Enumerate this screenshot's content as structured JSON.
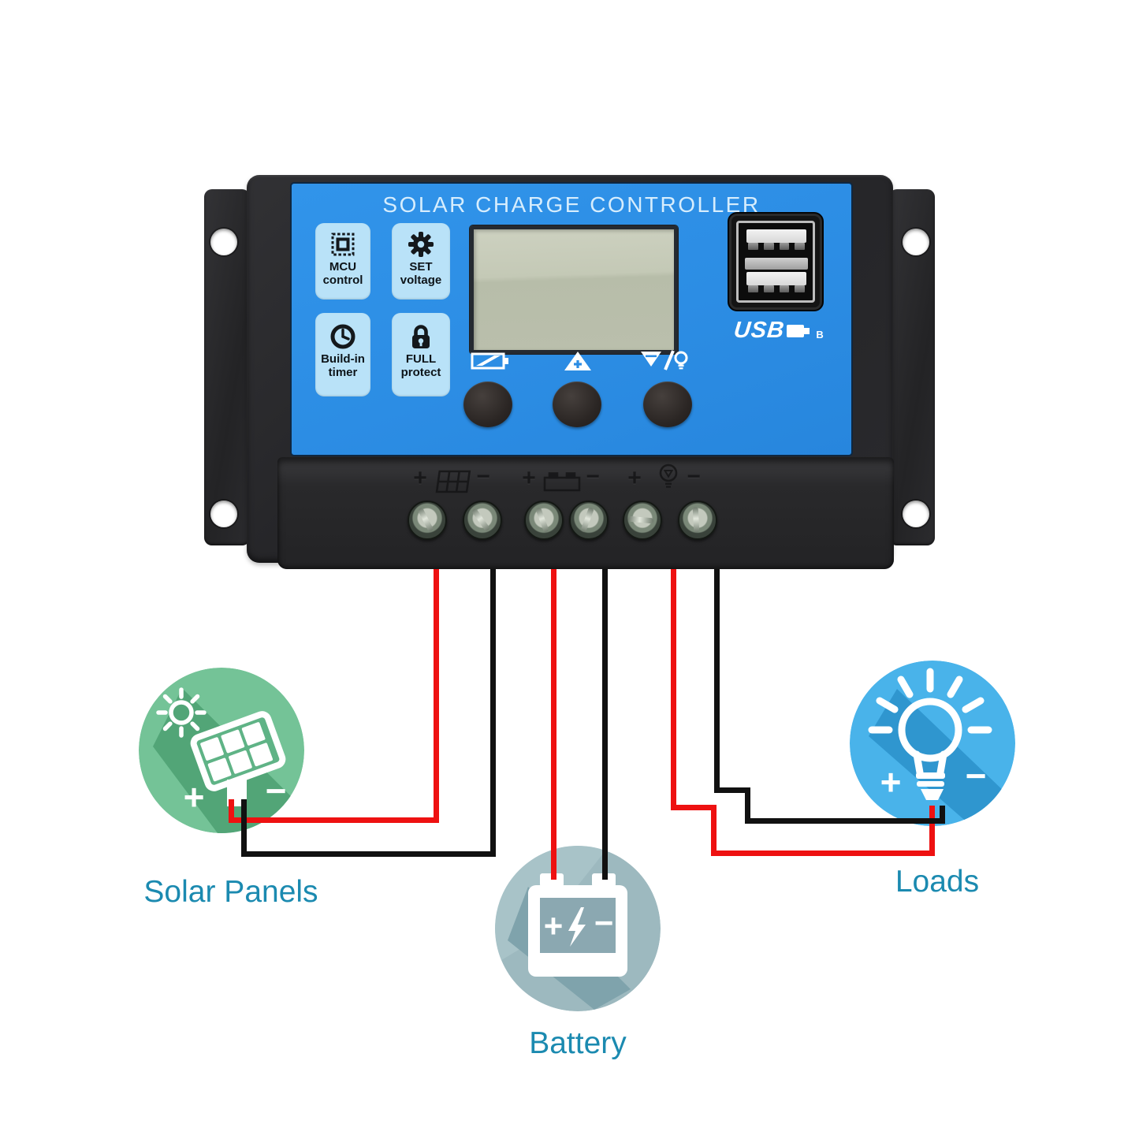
{
  "controller": {
    "title": "SOLAR CHARGE CONTROLLER",
    "features": [
      {
        "icon": "chip-icon",
        "line1": "MCU",
        "line2": "control"
      },
      {
        "icon": "gear-icon",
        "line1": "SET",
        "line2": "voltage"
      },
      {
        "icon": "clock-icon",
        "line1": "Build-in",
        "line2": "timer"
      },
      {
        "icon": "lock-icon",
        "line1": "FULL",
        "line2": "protect"
      }
    ],
    "usb": {
      "label": "USB",
      "suffix": "B"
    },
    "buttons": [
      {
        "icon": "battery-indicator-icon"
      },
      {
        "icon": "up-arrow-plus-icon"
      },
      {
        "icon": "down-arrow-lamp-icon"
      }
    ],
    "terminal_groups": [
      {
        "name": "solar-input",
        "icon": "solar-panel-icon",
        "plus": "+",
        "minus": "−"
      },
      {
        "name": "battery-output",
        "icon": "battery-icon",
        "plus": "+",
        "minus": "−"
      },
      {
        "name": "load-output",
        "icon": "lamp-icon",
        "plus": "+",
        "minus": "−"
      }
    ]
  },
  "nodes": [
    {
      "id": "solar-panels",
      "label": "Solar Panels",
      "icon": "solar-panel-sun-icon",
      "plus": "+",
      "minus": "−",
      "circle_color": "#74c397"
    },
    {
      "id": "battery",
      "label": "Battery",
      "icon": "car-battery-icon",
      "plus": "+",
      "minus": "−",
      "circle_color": "#9db9bf"
    },
    {
      "id": "loads",
      "label": "Loads",
      "icon": "light-bulb-icon",
      "plus": "+",
      "minus": "−",
      "circle_color": "#49b3ea"
    }
  ],
  "colors": {
    "wire_red": "#ee1111",
    "wire_black": "#111111",
    "label_text": "#1b8ab0",
    "panel_blue": "#2c8de4",
    "feature_box": "#b9e2f8"
  }
}
